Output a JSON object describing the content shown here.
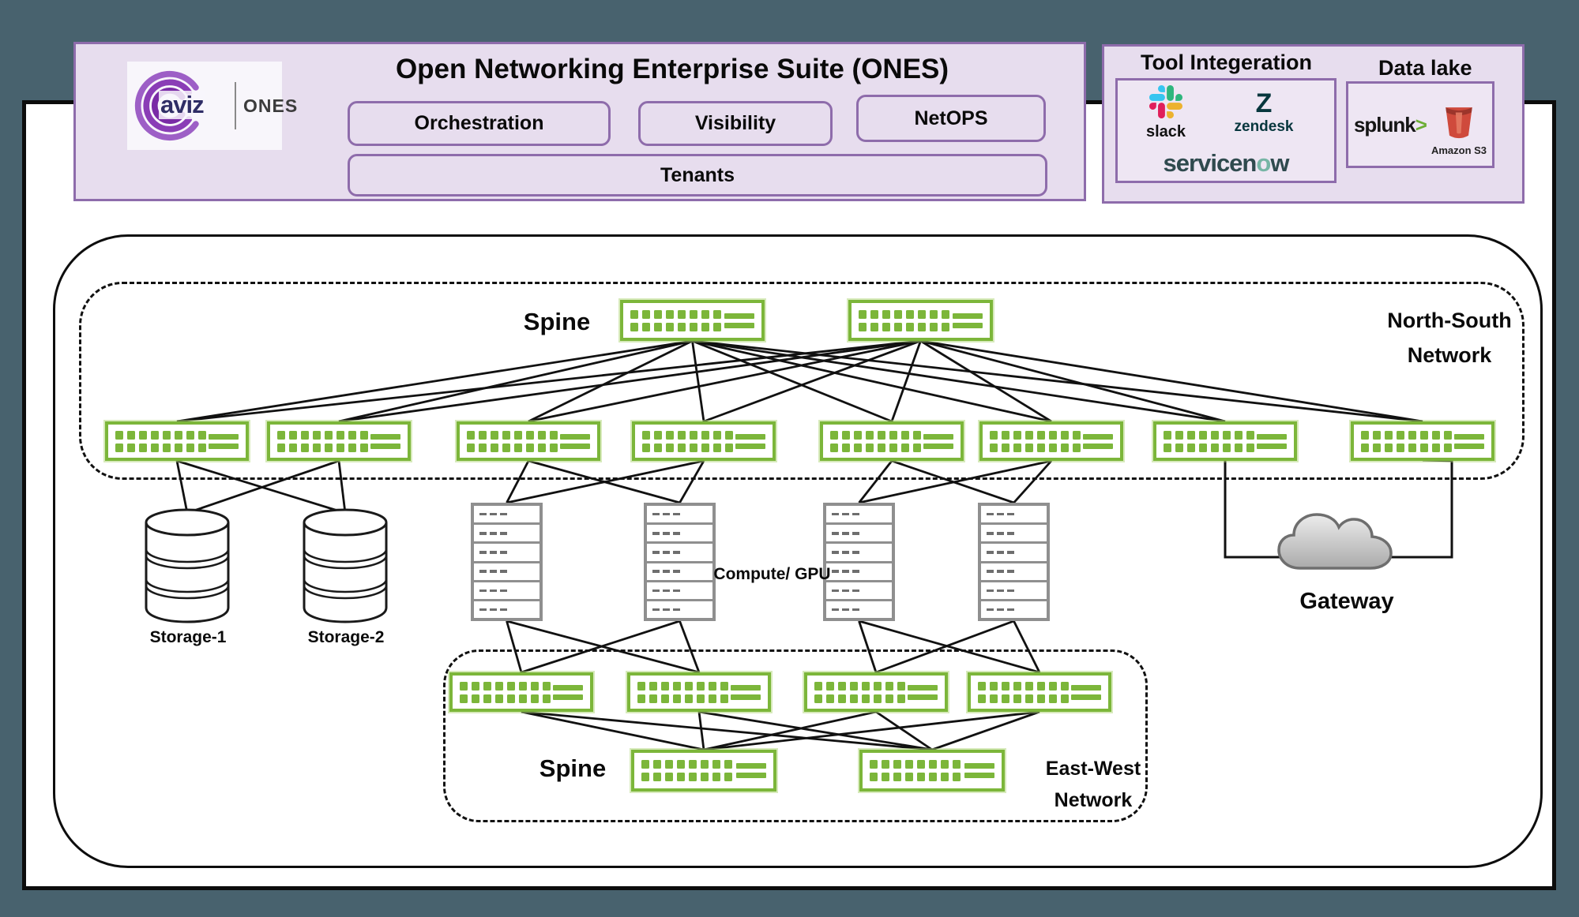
{
  "header": {
    "logo": {
      "brand": "aviz",
      "product": "ONES"
    },
    "title": "Open Networking Enterprise Suite (ONES)",
    "buttons": [
      "Orchestration",
      "Visibility",
      "NetOPS"
    ],
    "tenants_label": "Tenants"
  },
  "integrations": {
    "title": "Tool Integeration",
    "slack_label": "slack",
    "zendesk_glyph": "Z",
    "zendesk_label": "zendesk",
    "servicenow_parts": [
      "servicen",
      "o",
      "w"
    ],
    "data_lake_title": "Data lake",
    "splunk_label": "splunk",
    "splunk_chevron": ">",
    "amazon_s3_label": "Amazon S3"
  },
  "diagram": {
    "north_south": {
      "spine_label": "Spine",
      "region_line1": "North-South",
      "region_line2": "Network",
      "spine_count": 2,
      "leaf_count": 8
    },
    "storage_labels": [
      "Storage-1",
      "Storage-2"
    ],
    "compute_label": "Compute/ GPU",
    "compute": {
      "rack_count": 4,
      "units_per_rack": 6
    },
    "gateway_label": "Gateway",
    "east_west": {
      "spine_label": "Spine",
      "region_line1": "East-West",
      "region_line2": "Network",
      "leaf_count": 4,
      "spine_count": 2
    }
  },
  "colors": {
    "switch_green": "#7cb63a",
    "purple_border": "#8e6cab",
    "card_lavender": "#e7ddee",
    "background_slate": "#48626e",
    "line_black": "#111111"
  }
}
